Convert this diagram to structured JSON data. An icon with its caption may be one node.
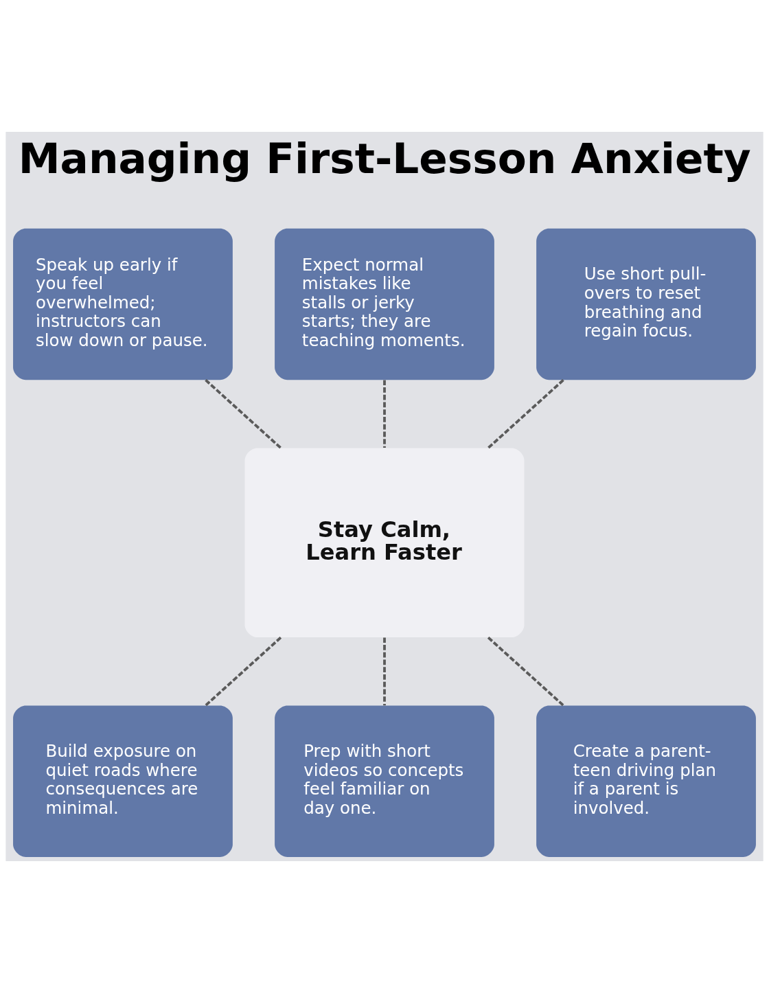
{
  "diagram": {
    "title": "Managing First-Lesson Anxiety",
    "nodes": [
      {
        "text": [
          "Speak up early if you feel overwhelmed; instructors can slow down or pause."
        ]
      },
      {
        "text": [
          "Expect normal mistakes like stalls or jerky starts; they are teaching moments."
        ]
      },
      {
        "text": [
          "Use short pull-overs to reset breathing and regain focus."
        ]
      },
      {
        "text": [
          "Stay Calm, Learn Faster"
        ]
      },
      {
        "text": [
          "Build exposure on quiet roads where consequences are minimal."
        ]
      },
      {
        "text": [
          "Prep with short videos so concepts feel familiar on day one."
        ]
      },
      {
        "text": [
          "Create a parent-teen driving plan if a parent is involved."
        ]
      }
    ],
    "edges": [
      {
        "from": 0,
        "to": 3,
        "arrow": "none",
        "style": "dashed"
      },
      {
        "from": 1,
        "to": 3,
        "arrow": "none",
        "style": "dashed"
      },
      {
        "from": 2,
        "to": 3,
        "arrow": "none",
        "style": "dashed"
      },
      {
        "from": 3,
        "to": 4,
        "arrow": "none",
        "style": "dashed"
      },
      {
        "from": 3,
        "to": 5,
        "arrow": "none",
        "style": "dashed"
      },
      {
        "from": 3,
        "to": 6,
        "arrow": "none",
        "style": "dashed"
      }
    ]
  }
}
